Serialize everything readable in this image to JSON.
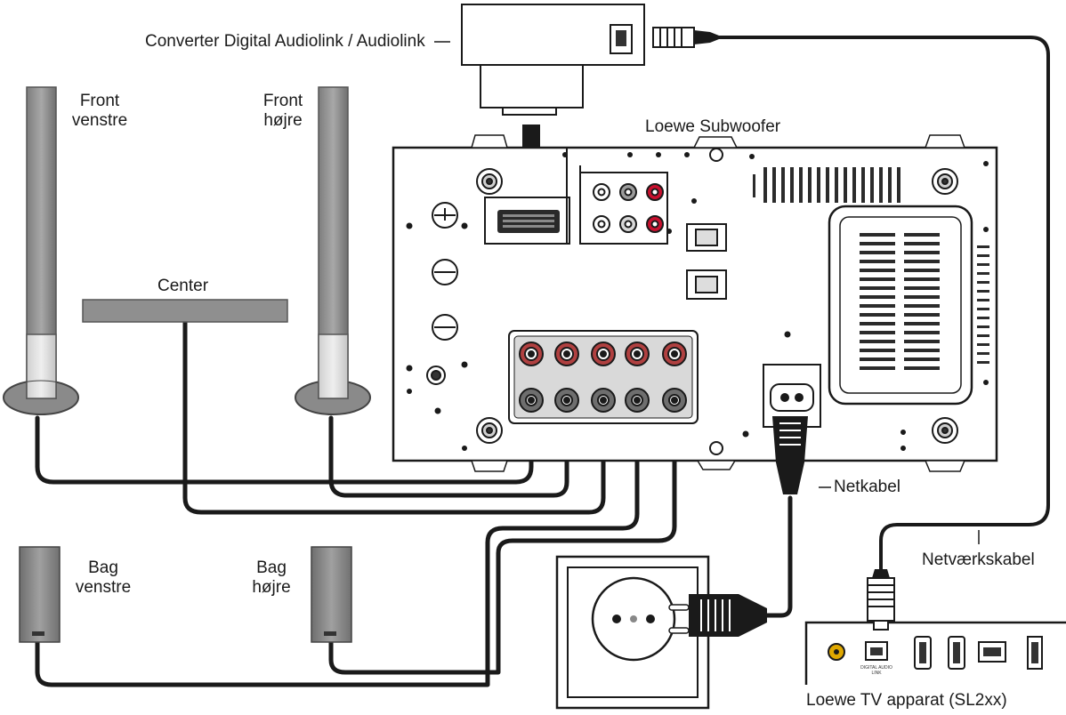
{
  "labels": {
    "converter": "Converter Digital Audiolink / Audiolink",
    "front_left_1": "Front",
    "front_left_2": "venstre",
    "front_right_1": "Front",
    "front_right_2": "højre",
    "subwoofer": "Loewe Subwoofer",
    "center": "Center",
    "rear_left_1": "Bag",
    "rear_left_2": "venstre",
    "rear_right_1": "Bag",
    "rear_right_2": "højre",
    "power_cable": "Netkabel",
    "network_cable": "Netværkskabel",
    "tv": "Loewe TV apparat (SL2xx)",
    "tv_port_label": "DIGITAL AUDIO LINK"
  },
  "colors": {
    "line": "#1a1a1a",
    "speaker_dark": "#8c8c8c",
    "speaker_light": "#d4d4d4",
    "rca_red": "#c8102e",
    "tv_coax": "#e0a800"
  }
}
